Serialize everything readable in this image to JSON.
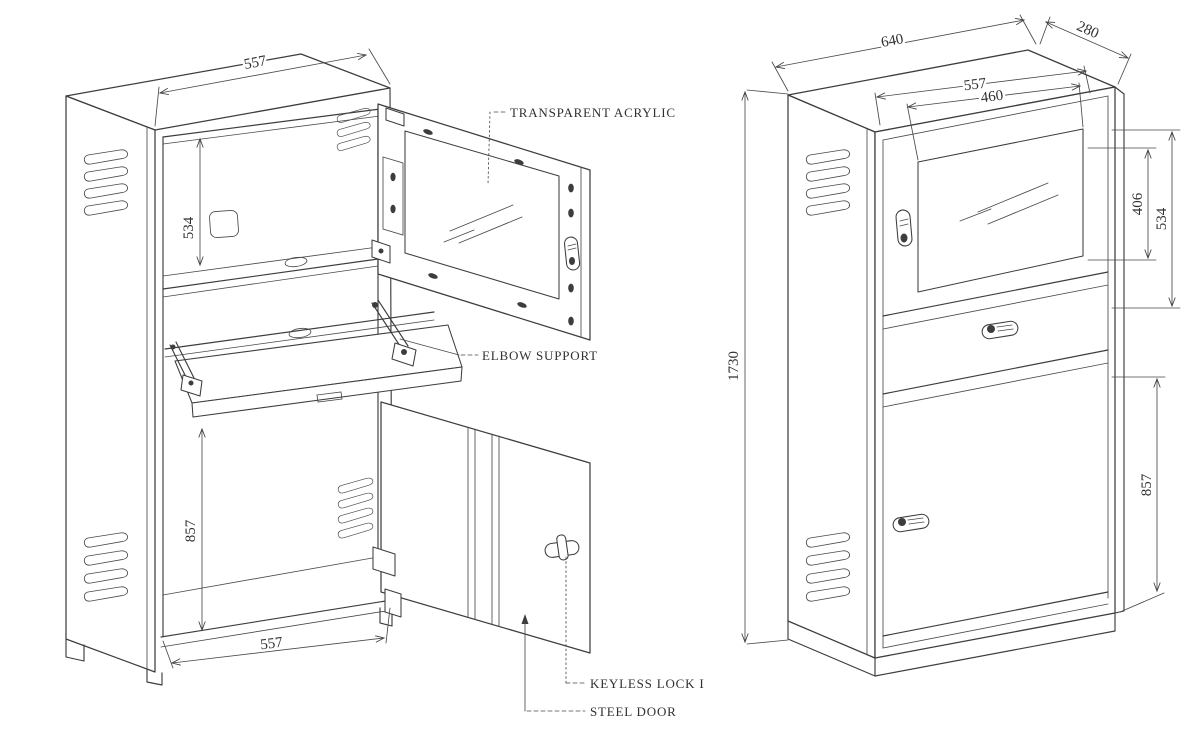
{
  "open_view": {
    "dimensions": {
      "top_width": "557",
      "upper_section_height": "534",
      "lower_section_height": "857",
      "bottom_width": "557"
    },
    "labels": {
      "transparent_acrylic": "TRANSPARENT ACRYLIC",
      "elbow_support": "ELBOW SUPPORT",
      "keyless_lock": "KEYLESS LOCK I",
      "steel_door": "STEEL DOOR"
    }
  },
  "closed_view": {
    "dimensions": {
      "top_width": "640",
      "top_depth": "280",
      "opening_width": "557",
      "window_width": "460",
      "window_height": "406",
      "upper_door_height": "534",
      "overall_height": "1730",
      "lower_door_height": "857"
    }
  }
}
